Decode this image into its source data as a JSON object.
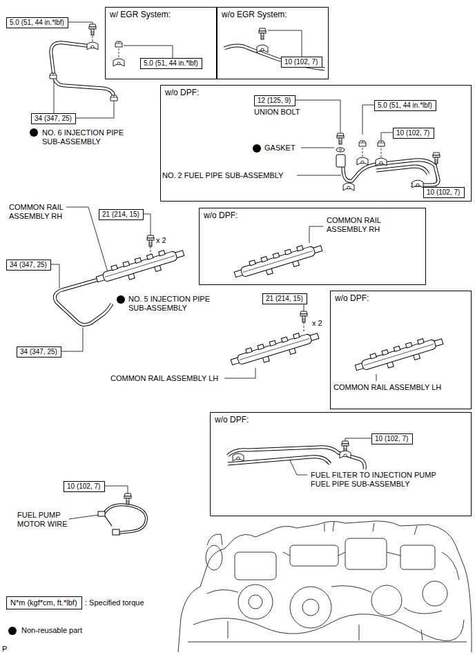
{
  "diagram": {
    "nodes": [
      {
        "text": [
          "5.0 (51, 44 in.*lbf)"
        ]
      },
      {
        "text": [
          "w/ EGR System:"
        ]
      },
      {
        "text": [
          "5.0 (51, 44 in.*lbf)"
        ],
        "in": 1
      },
      {
        "text": [
          "w/o EGR System:"
        ]
      },
      {
        "text": [
          "10 (102, 7)"
        ],
        "in": 3
      },
      {
        "text": [
          "34 (347, 25)"
        ]
      },
      {
        "text": [
          "w/o DPF:"
        ]
      },
      {
        "text": [
          "12 (125, 9)"
        ],
        "in": 6
      },
      {
        "text": [
          "5.0 (51, 44 in.*lbf)"
        ],
        "in": 6
      },
      {
        "text": [
          "10 (102, 7)"
        ],
        "in": 6
      },
      {
        "text": [
          "10 (102, 7)"
        ],
        "in": 6
      },
      {
        "text": [
          "21 (214, 15)"
        ]
      },
      {
        "text": [
          "w/o DPF:"
        ]
      },
      {
        "text": [
          "34 (347, 25)"
        ]
      },
      {
        "text": [
          "21 (214, 15)"
        ]
      },
      {
        "text": [
          "w/o DPF:"
        ]
      },
      {
        "text": [
          "34 (347, 25)"
        ]
      },
      {
        "text": [
          "w/o DPF:"
        ]
      },
      {
        "text": [
          "10 (102, 7)"
        ],
        "in": 17
      },
      {
        "text": [
          "10 (102, 7)"
        ]
      },
      {
        "text": [
          "N*m (kgf*cm, ft.*lbf)"
        ]
      }
    ],
    "labels": [
      "NO. 6 INJECTION PIPE SUB-ASSEMBLY",
      "UNION BOLT",
      "GASKET",
      "NO. 2 FUEL PIPE SUB-ASSEMBLY",
      "COMMON RAIL ASSEMBLY RH",
      "x 2",
      "COMMON RAIL ASSEMBLY RH",
      "NO. 5 INJECTION PIPE SUB-ASSEMBLY",
      "x 2",
      "COMMON RAIL ASSEMBLY LH",
      "COMMON RAIL ASSEMBLY LH",
      "FUEL FILTER TO INJECTION PUMP FUEL PIPE SUB-ASSEMBLY",
      "FUEL PUMP MOTOR WIRE",
      "P"
    ],
    "legend": [
      {
        "text": ": Specified torque"
      },
      {
        "text": "Non-reusable part",
        "color": "#000000"
      }
    ]
  }
}
